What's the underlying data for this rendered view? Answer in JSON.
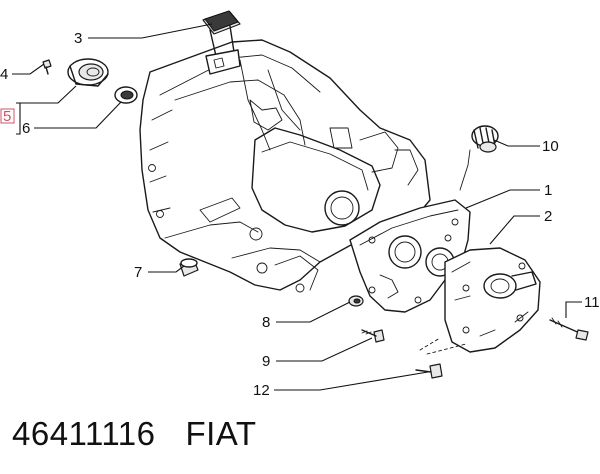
{
  "diagram": {
    "callouts": {
      "c1": "1",
      "c2": "2",
      "c3": "3",
      "c4": "4",
      "c5": "5",
      "c6": "6",
      "c7": "7",
      "c8": "8",
      "c9": "9",
      "c10": "10",
      "c11": "11",
      "c12": "12"
    },
    "highlight_color": "#d0506a"
  },
  "footer": {
    "part_number": "46411116",
    "brand": "FIAT"
  }
}
